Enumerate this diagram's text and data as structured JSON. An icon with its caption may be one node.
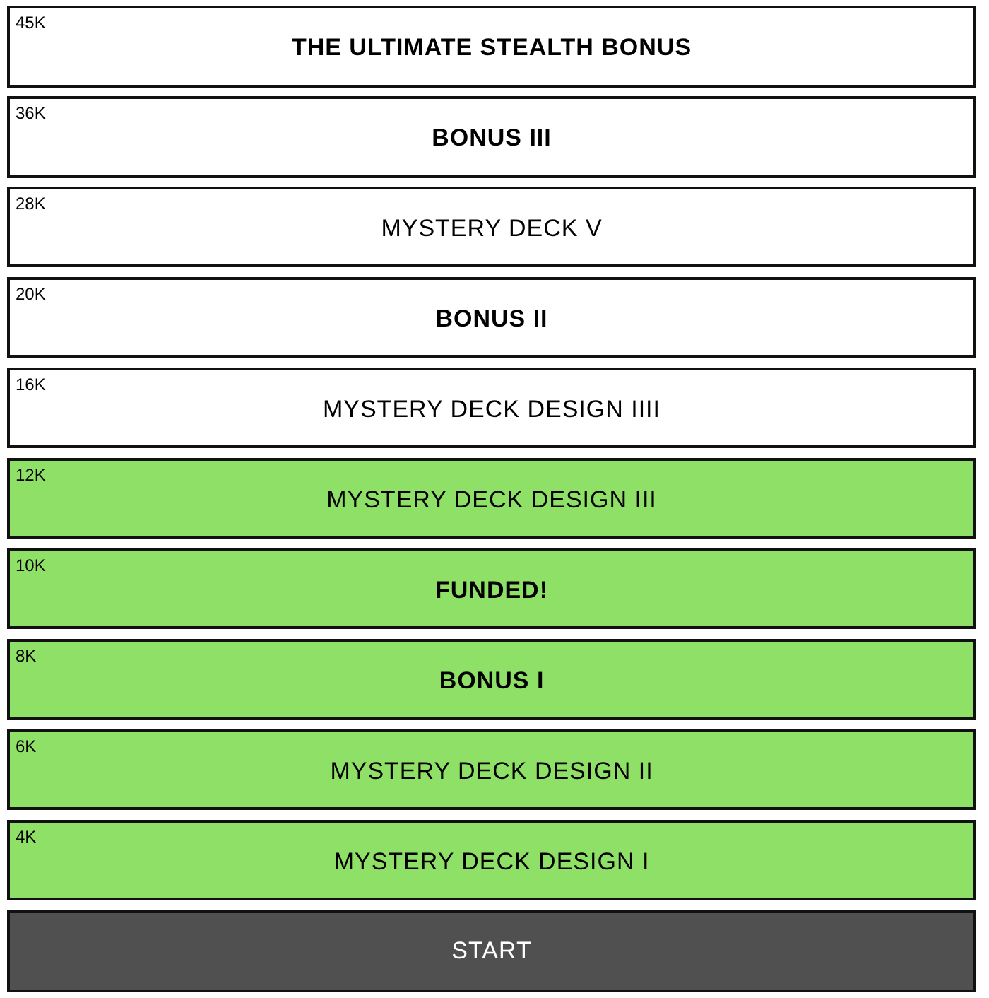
{
  "diagram": {
    "nodes": [
      {
        "text": [
          "45K",
          "THE ULTIMATE STEALTH BONUS"
        ]
      },
      {
        "text": [
          "36K",
          "BONUS III"
        ]
      },
      {
        "text": [
          "28K",
          "MYSTERY DECK V"
        ]
      },
      {
        "text": [
          "20K",
          "BONUS II"
        ]
      },
      {
        "text": [
          "16K",
          "MYSTERY DECK DESIGN IIII"
        ]
      },
      {
        "text": [
          "12K",
          "MYSTERY DECK DESIGN III"
        ]
      },
      {
        "text": [
          "10K",
          "FUNDED!"
        ]
      },
      {
        "text": [
          "8K",
          "BONUS I"
        ]
      },
      {
        "text": [
          "6K",
          "MYSTERY DECK DESIGN II"
        ]
      },
      {
        "text": [
          "4K",
          "MYSTERY DECK DESIGN I"
        ]
      },
      {
        "text": [
          "START"
        ]
      }
    ]
  }
}
